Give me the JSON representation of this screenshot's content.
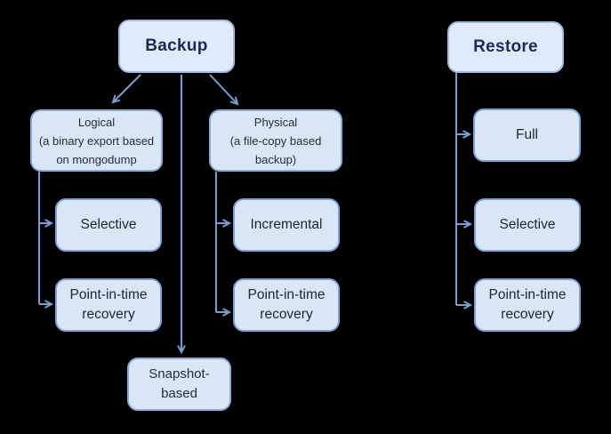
{
  "diagram": {
    "topic": "Backup and Restore types diagram",
    "colors": {
      "background": "#000000",
      "node_fill": "#d9e6f8",
      "header_fill": "#dfeafb",
      "header_border": "#a6bbdf",
      "node_border": "#82a1d3",
      "arrow": "#7b9ccf",
      "header_text": "#1c2a55",
      "node_text": "#212633"
    },
    "nodes": {
      "backup": {
        "label": "Backup"
      },
      "restore": {
        "label": "Restore"
      },
      "logical": {
        "line1": "Logical",
        "line2": "(a binary export based",
        "line3": "on mongodump"
      },
      "physical": {
        "line1": "Physical",
        "line2": "(a file-copy based",
        "line3": "backup)"
      },
      "selective_backup": {
        "label": "Selective"
      },
      "pitr_backup": {
        "line1": "Point-in-time",
        "line2": "recovery"
      },
      "incremental": {
        "label": "Incremental"
      },
      "pitr_physical": {
        "line1": "Point-in-time",
        "line2": "recovery"
      },
      "snapshot": {
        "line1": "Snapshot-",
        "line2": "based"
      },
      "full": {
        "label": "Full"
      },
      "selective_restore": {
        "label": "Selective"
      },
      "pitr_restore": {
        "line1": "Point-in-time",
        "line2": "recovery"
      }
    },
    "edges": [
      "backup -> logical",
      "backup -> snapshot",
      "backup -> physical",
      "logical -> selective_backup",
      "logical -> pitr_backup",
      "physical -> incremental",
      "physical -> pitr_physical",
      "restore -> full",
      "restore -> selective_restore",
      "restore -> pitr_restore"
    ]
  }
}
